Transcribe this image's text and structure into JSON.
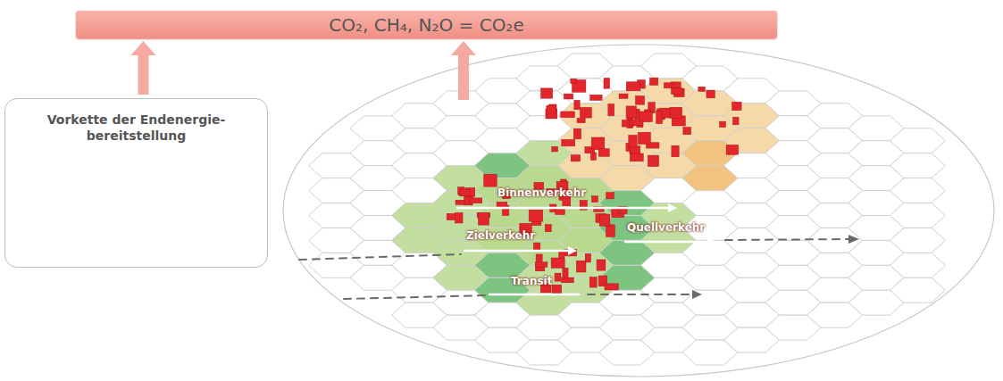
{
  "diagram": {
    "nodes": [
      {
        "text": [
          "CO₂, CH₄, N₂O = CO₂e"
        ]
      },
      {
        "text": [
          "Vorkette der Endenergie- bereitstellung"
        ]
      }
    ],
    "edges": [
      {
        "from": 1,
        "to": 0,
        "arrow": "to"
      }
    ],
    "labels": [
      "Binnenverkehr",
      "Zielverkehr",
      "Quellverkehr",
      "Transit"
    ]
  }
}
